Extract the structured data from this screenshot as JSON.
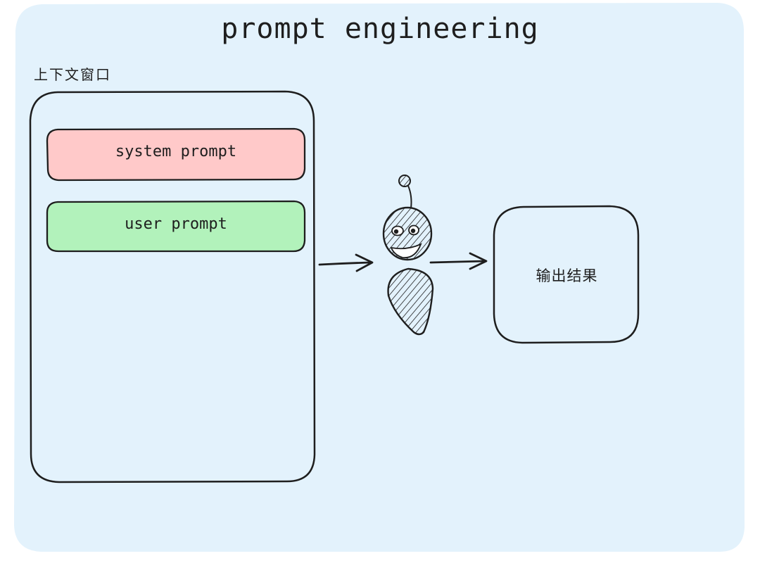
{
  "title": "prompt engineering",
  "context_window": {
    "label": "上下文窗口",
    "system_prompt": "system prompt",
    "user_prompt": "user prompt"
  },
  "output": {
    "label": "输出结果"
  },
  "colors": {
    "canvas_bg": "#e3f2fc",
    "stroke": "#1e1e1e",
    "system_fill": "#ffc9c9",
    "user_fill": "#b2f2bb",
    "robot_fill": "#6b7b8c"
  }
}
